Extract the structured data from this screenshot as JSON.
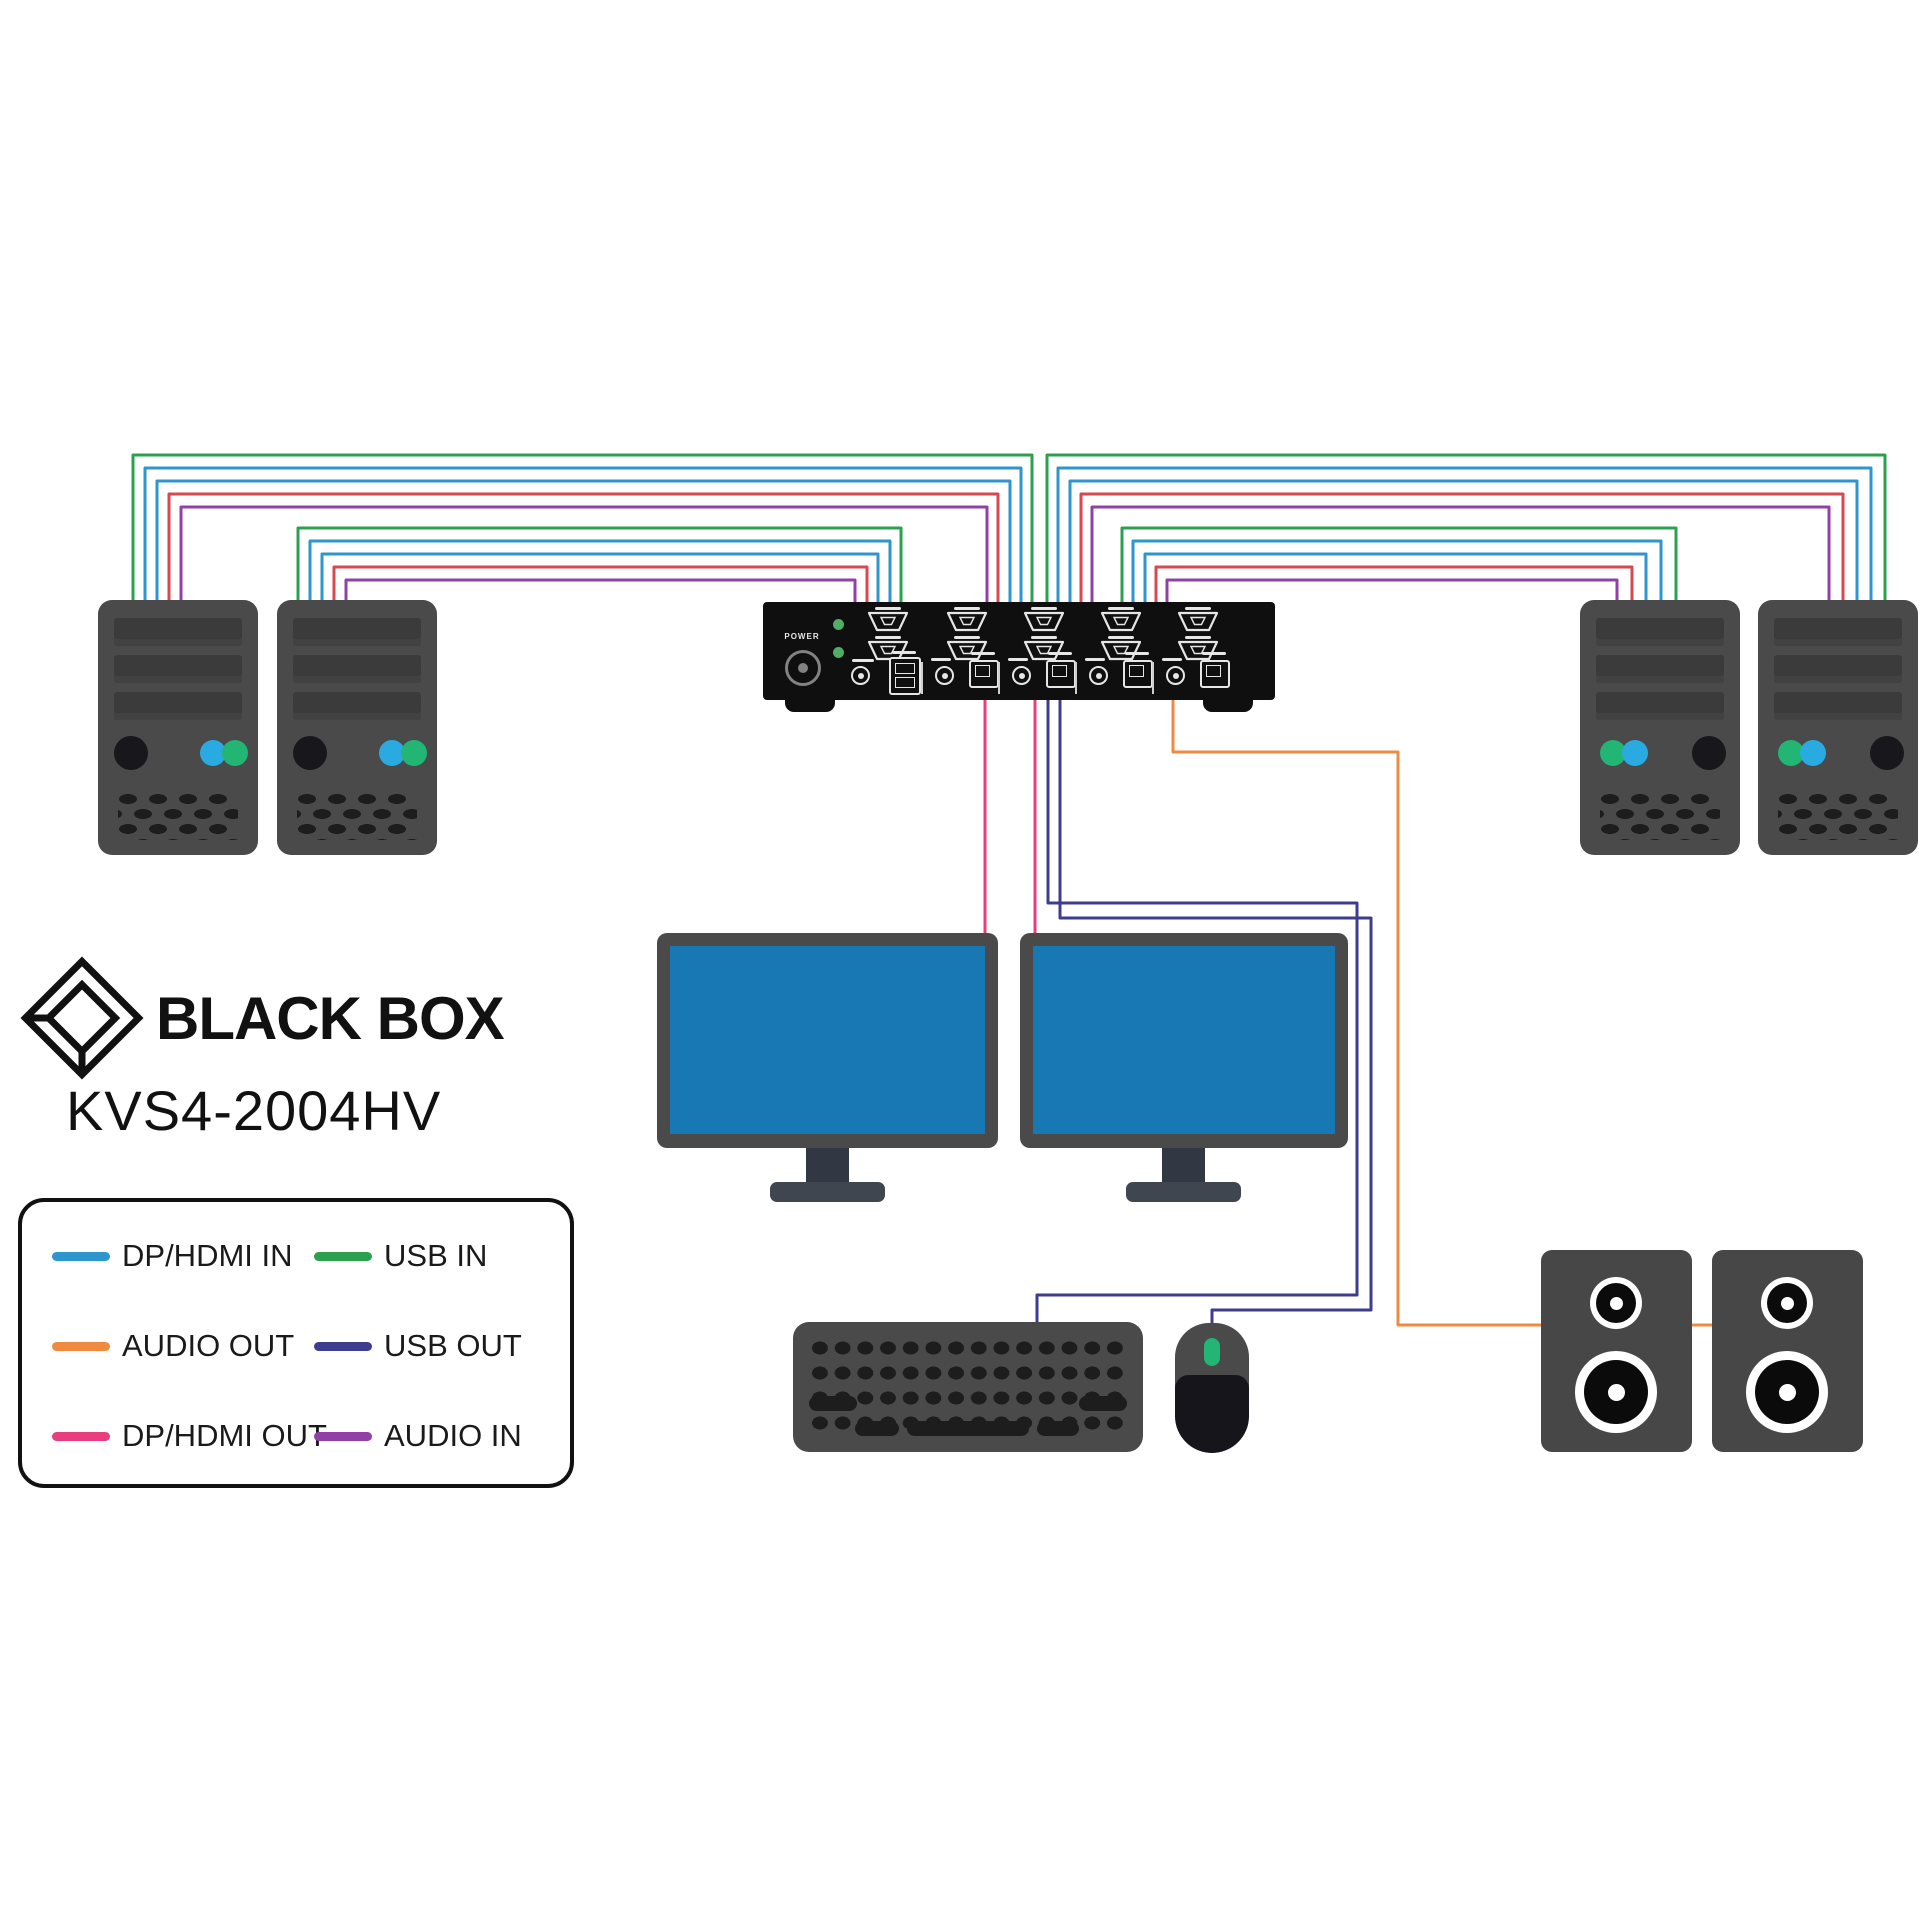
{
  "branding": {
    "brand": "BLACK BOX",
    "model": "KVS4-2004HV"
  },
  "legend": {
    "items": [
      {
        "id": "dp_hdmi_in",
        "label": "DP/HDMI IN"
      },
      {
        "id": "audio_out",
        "label": "AUDIO OUT"
      },
      {
        "id": "dp_hdmi_out",
        "label": "DP/HDMI OUT"
      },
      {
        "id": "usb_in",
        "label": "USB IN"
      },
      {
        "id": "usb_out",
        "label": "USB OUT"
      },
      {
        "id": "audio_in",
        "label": "AUDIO IN"
      }
    ]
  },
  "kvm": {
    "power_label": "POWER"
  },
  "colors": {
    "dp_hdmi_in": "#2d96cc",
    "usb_in": "#2ba14f",
    "audio_out": "#ef8b40",
    "usb_out": "#3d3c8f",
    "dp_hdmi_out": "#e83e80",
    "audio_in": "#9140a8",
    "dp_hdmi_in_b": "#d6494f",
    "monitor_screen": "#1878b4",
    "led_green": "#4fae63",
    "indicator_blue": "#29abe2",
    "indicator_green": "#22b573"
  }
}
